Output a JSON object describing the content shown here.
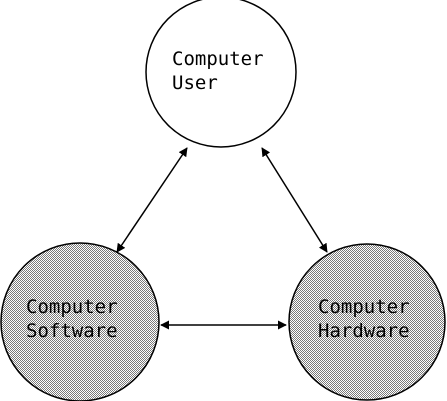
{
  "nodes": {
    "user": {
      "line1": "Computer",
      "line2": "User"
    },
    "software": {
      "line1": "Computer",
      "line2": "Software"
    },
    "hardware": {
      "line1": "Computer",
      "line2": "Hardware"
    }
  },
  "colors": {
    "stroke": "#000000",
    "background": "#ffffff",
    "stipple_dark": "#7a7a7a",
    "stipple_light": "#ffffff"
  }
}
